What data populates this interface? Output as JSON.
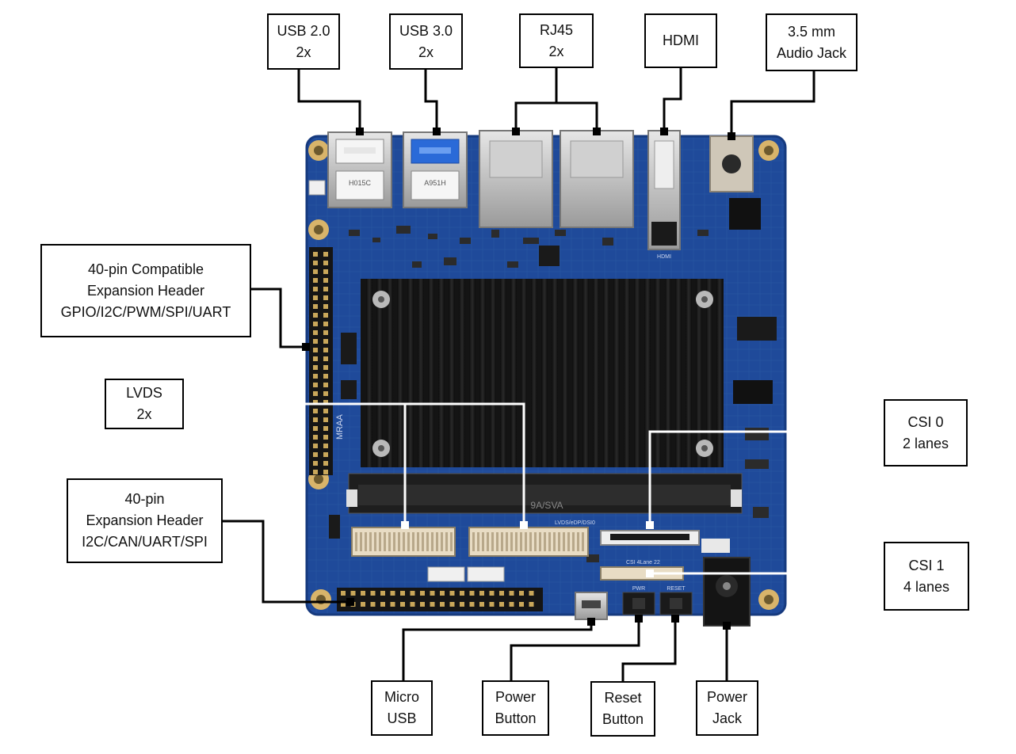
{
  "labels": {
    "usb20": "USB 2.0\n2x",
    "usb30": "USB 3.0\n2x",
    "rj45": "RJ45\n2x",
    "hdmi": "HDMI",
    "audio": "3.5 mm\nAudio Jack",
    "header40_compat": "40-pin Compatible\nExpansion Header\nGPIO/I2C/PWM/SPI/UART",
    "lvds": "LVDS\n2x",
    "csi0": "CSI 0\n2 lanes",
    "header40_exp": "40-pin\nExpansion Header\nI2C/CAN/UART/SPI",
    "csi1": "CSI 1\n4 lanes",
    "micro_usb": "Micro\nUSB",
    "power_button": "Power\nButton",
    "reset_button": "Reset\nButton",
    "power_jack": "Power\nJack"
  },
  "board_silkscreen": {
    "heatsink_marking": "9A/SVA",
    "module_marking": "MRAA",
    "hdmi_silk": "HDMI",
    "pwr_silk": "PWR",
    "reset_silk": "RESET",
    "csi_silk": "CSI 4Lane 22",
    "lvds_silk": "LVDS/eDP/DSI0",
    "usb2_marking": "H015C",
    "usb3_marking": "A951H"
  },
  "colors": {
    "pcb": "#1f4a9a",
    "pcb_dark": "#163a7e",
    "heatsink": "#141414",
    "metal": "#c9c9c9",
    "gold": "#d8b46a",
    "connector_beige": "#e8dcc4",
    "usb3_blue": "#2a6ad8"
  }
}
